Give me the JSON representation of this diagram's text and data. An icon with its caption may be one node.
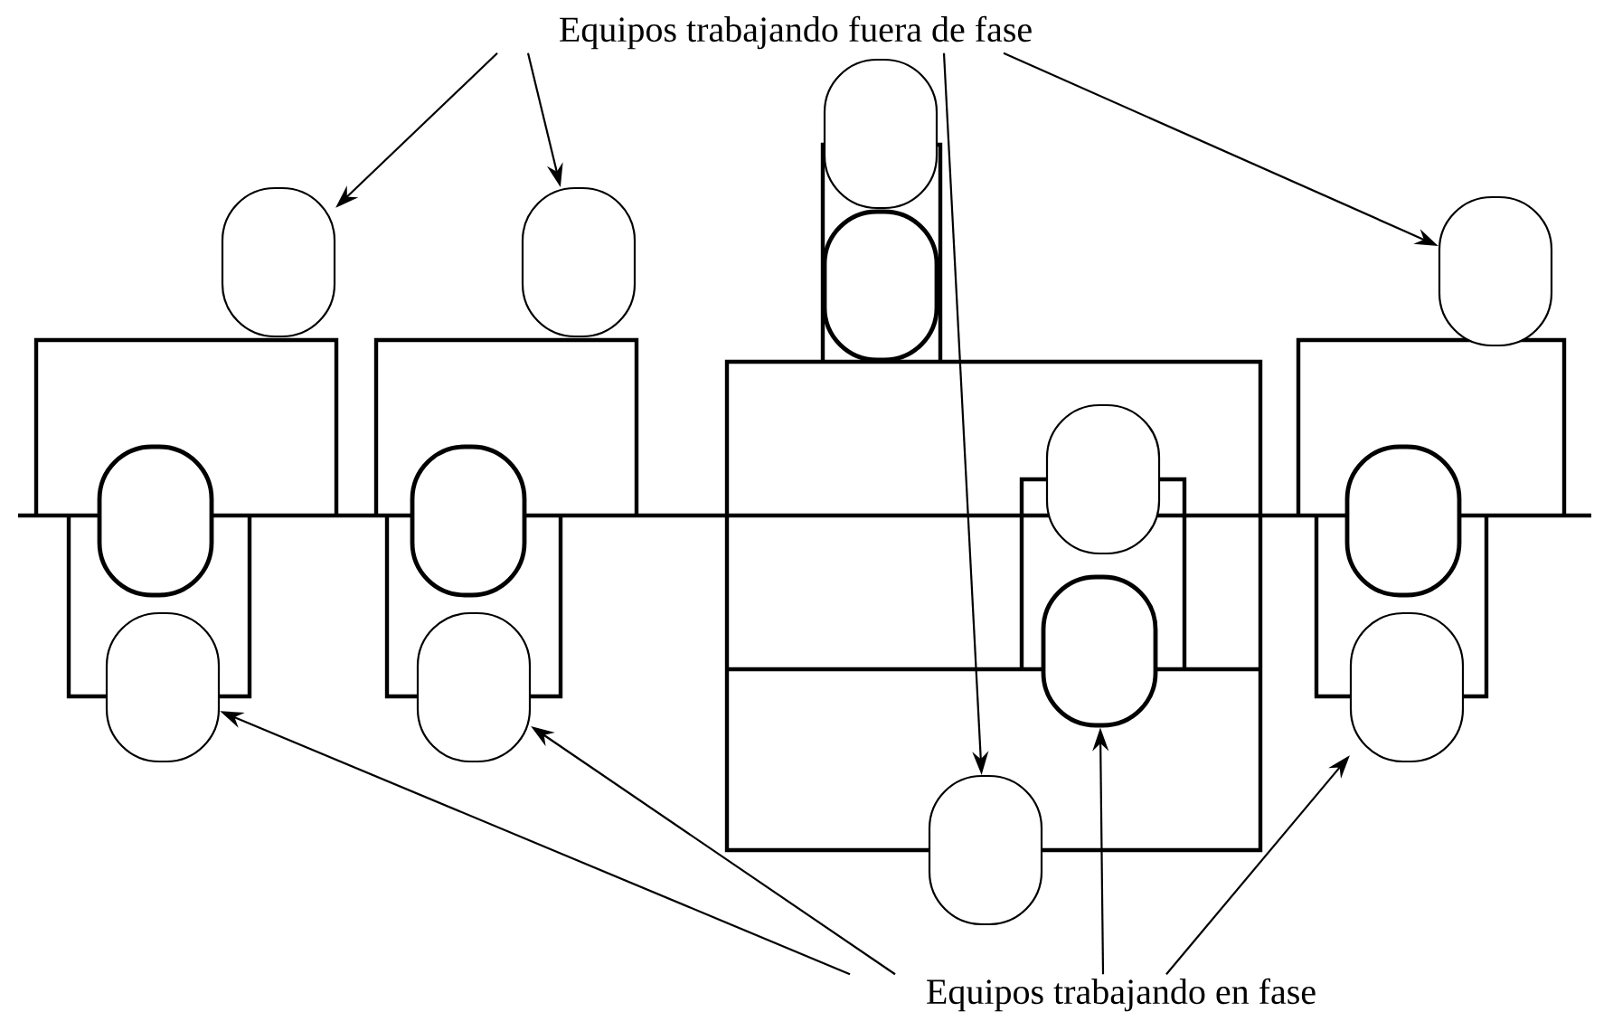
{
  "diagram": {
    "nodes": [
      {
        "text": [
          "Equipos trabajando fuera de fase"
        ]
      },
      {
        "text": [],
        "shape": "capsule"
      },
      {
        "text": [],
        "shape": "capsule"
      },
      {
        "text": [],
        "shape": "capsule"
      },
      {
        "text": [],
        "shape": "capsule"
      },
      {
        "text": [],
        "shape": "capsule"
      },
      {
        "text": [],
        "shape": "capsule"
      },
      {
        "text": [],
        "shape": "capsule"
      },
      {
        "text": [],
        "shape": "capsule"
      },
      {
        "text": [],
        "shape": "capsule"
      },
      {
        "text": [],
        "shape": "capsule"
      },
      {
        "text": [],
        "shape": "capsule"
      },
      {
        "text": [],
        "shape": "capsule"
      },
      {
        "text": [],
        "shape": "capsule"
      },
      {
        "text": [],
        "shape": "capsule"
      },
      {
        "text": [
          "Equipos trabajando en fase"
        ]
      }
    ],
    "edges": [
      {
        "from": 0,
        "to": 1,
        "arrow": "to"
      },
      {
        "from": 0,
        "to": 4,
        "arrow": "to"
      },
      {
        "from": 0,
        "to": 11,
        "arrow": "to"
      },
      {
        "from": 0,
        "to": 12,
        "arrow": "to"
      },
      {
        "from": 15,
        "to": 3,
        "arrow": "to"
      },
      {
        "from": 15,
        "to": 6,
        "arrow": "to"
      },
      {
        "from": 15,
        "to": 10,
        "arrow": "to"
      },
      {
        "from": 15,
        "to": 14,
        "arrow": "to"
      }
    ]
  }
}
